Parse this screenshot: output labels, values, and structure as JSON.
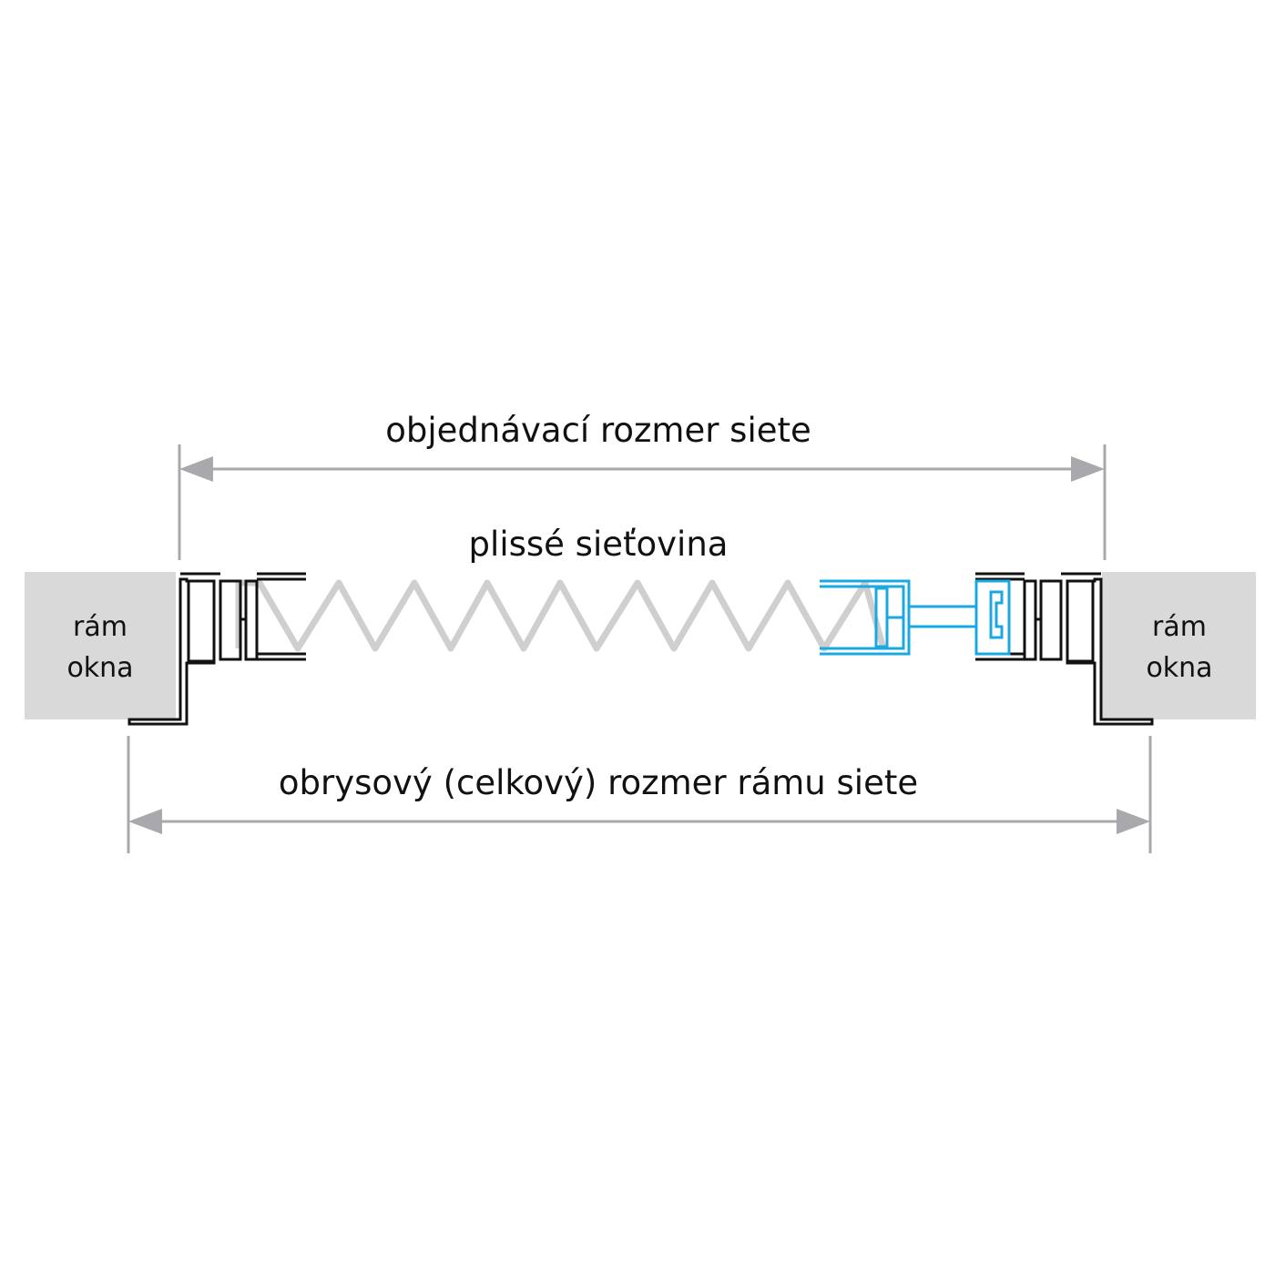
{
  "labels": {
    "order_dimension": "objednávací rozmer siete",
    "pleated_mesh": "plissé sieťovina",
    "overall_dimension": "obrysový (celkový) rozmer rámu siete",
    "window_frame_left": {
      "line1": "rám",
      "line2": "okna"
    },
    "window_frame_right": {
      "line1": "rám",
      "line2": "okna"
    }
  },
  "colors": {
    "background": "#ffffff",
    "window_frame_fill": "#d9d9d9",
    "profile_stroke": "#111111",
    "movable_profile_stroke": "#1aa8e0",
    "mesh_stroke": "#cfcfcf",
    "dimension_line": "#a9a9ad",
    "text": "#111111"
  }
}
